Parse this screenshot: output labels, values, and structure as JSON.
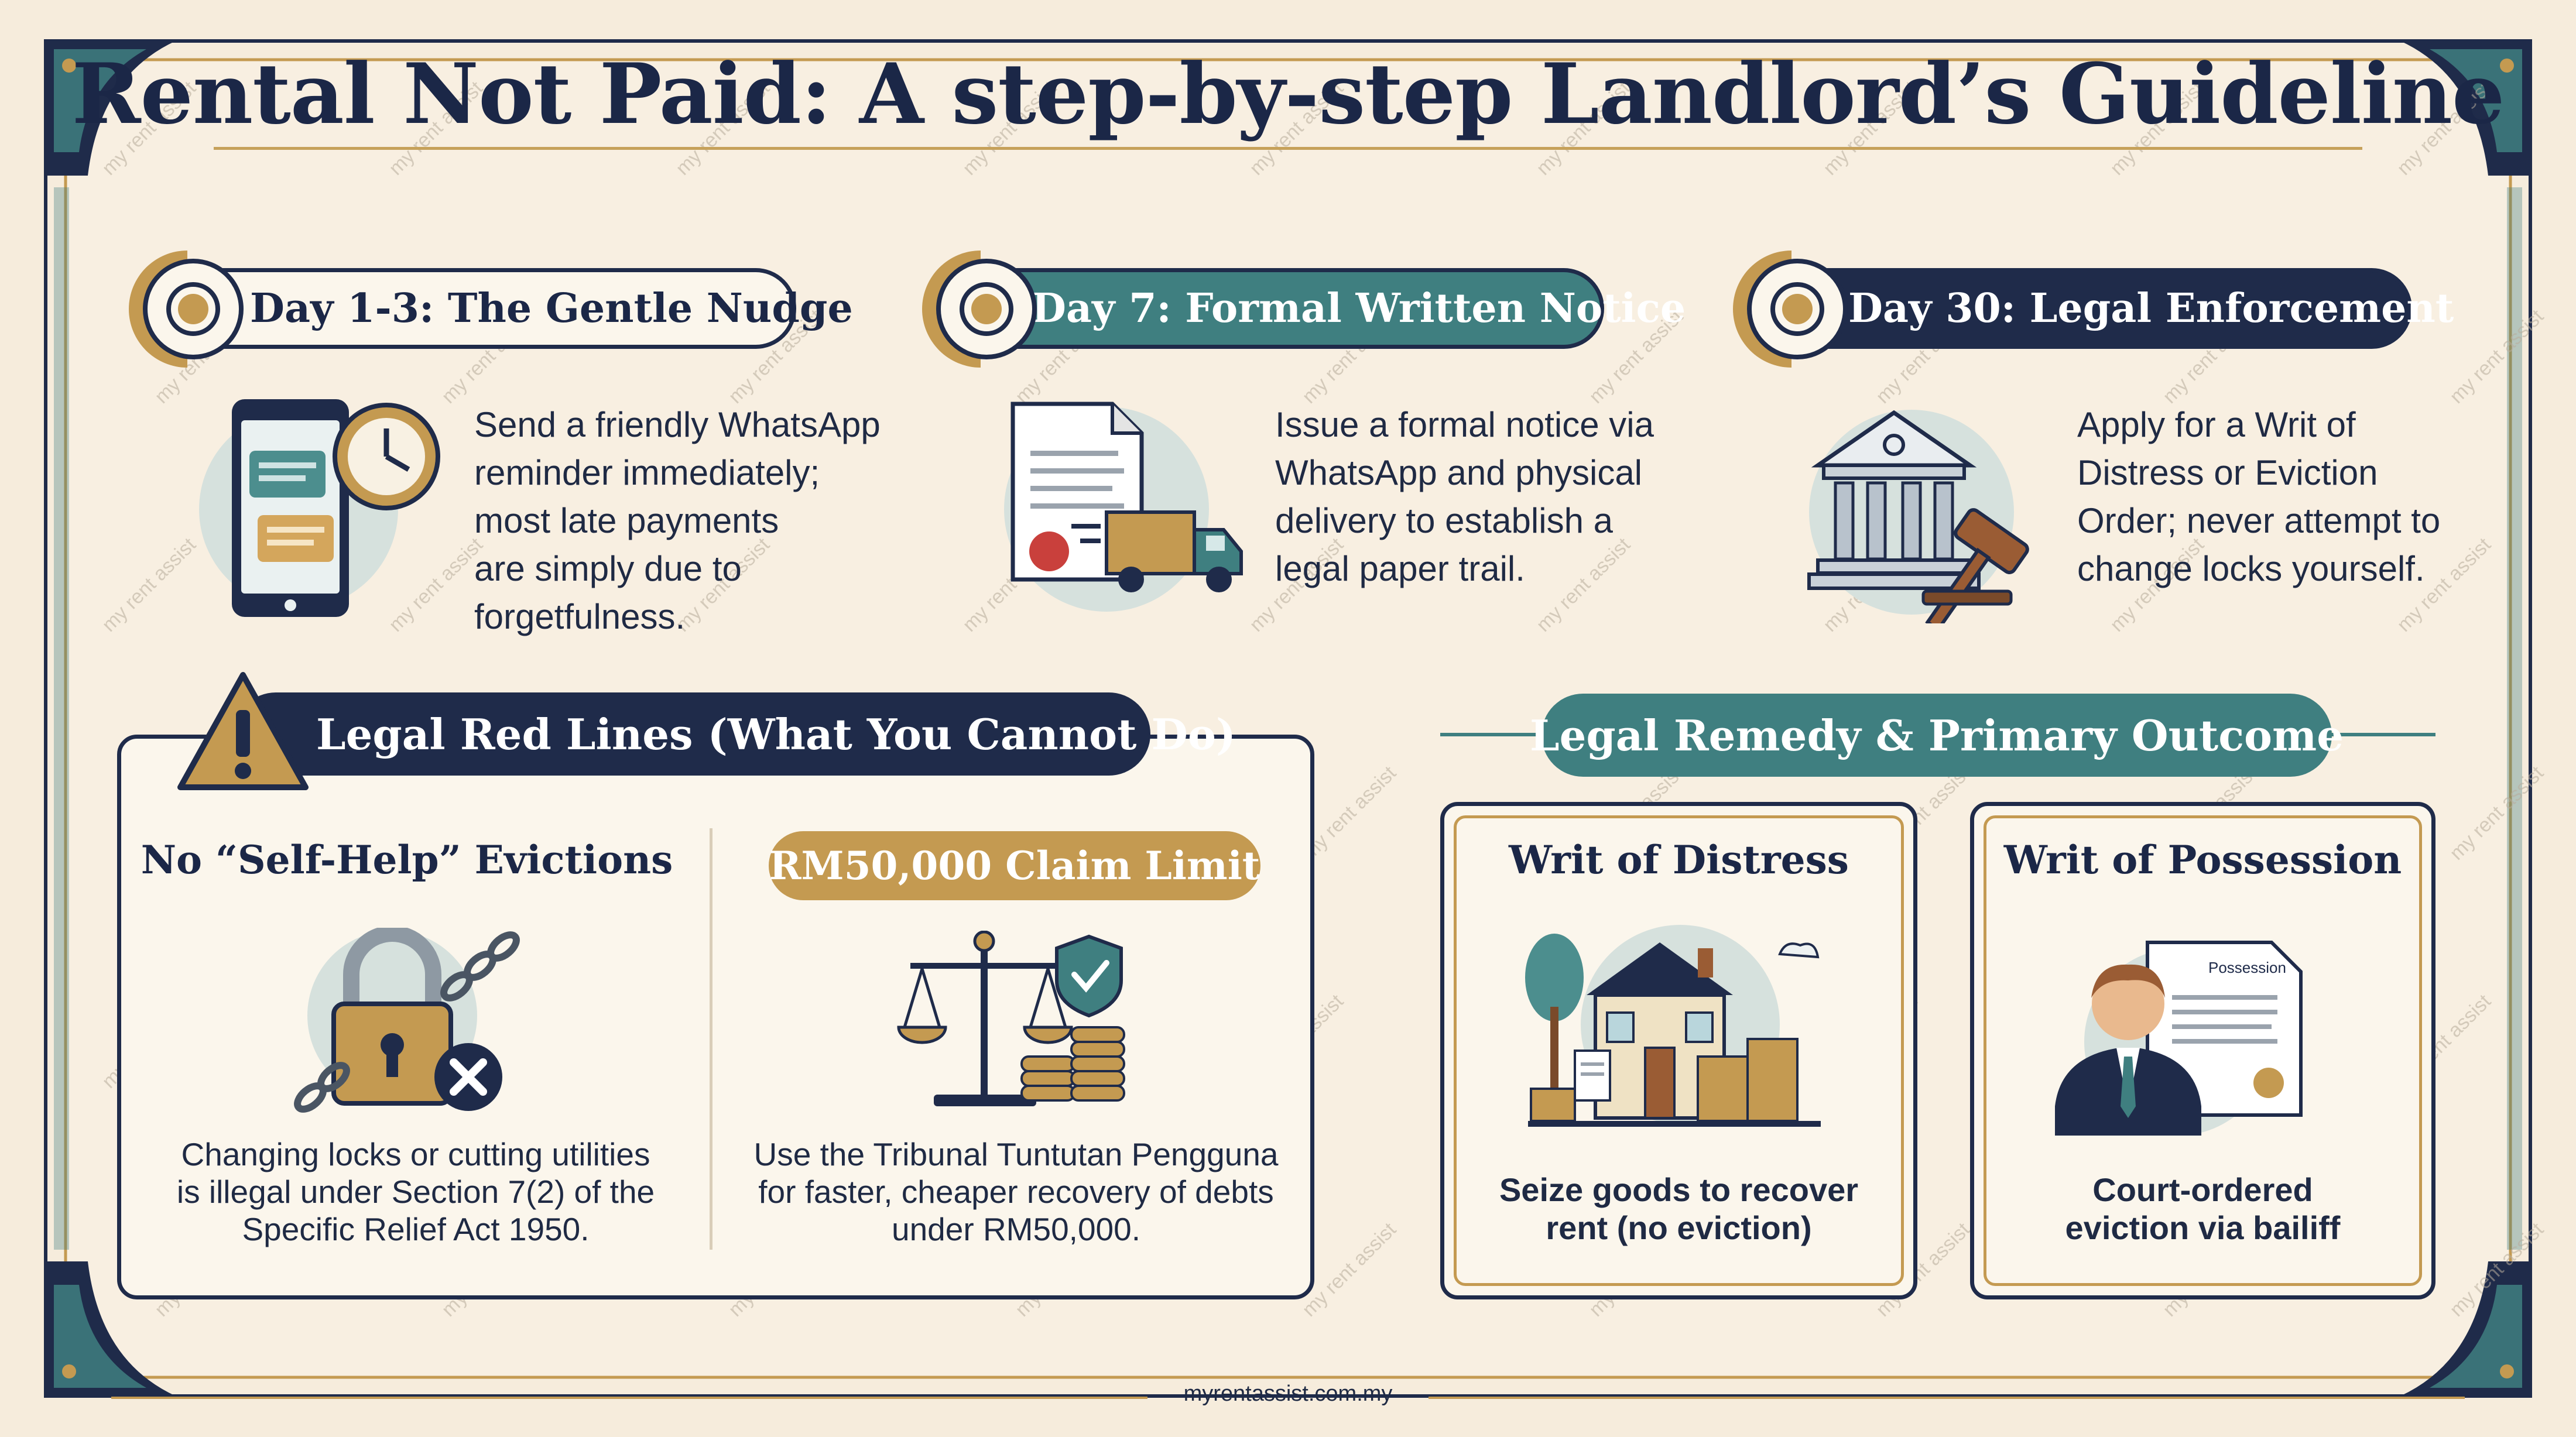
{
  "title": "Rental Not Paid: A step-by-step Landlord’s Guideline",
  "steps": [
    {
      "label": "Day 1-3: The Gentle Nudge",
      "icon": "smartphone-clock-icon",
      "text": [
        "Send a friendly WhatsApp",
        "reminder immediately;",
        "most late payments",
        "are simply due to",
        "forgetfulness."
      ]
    },
    {
      "label": "Day 7: Formal Written Notice",
      "icon": "document-delivery-truck-icon",
      "text": [
        "Issue a formal notice via",
        "WhatsApp and physical",
        "delivery to establish a",
        "legal paper trail."
      ]
    },
    {
      "label": "Day 30: Legal Enforcement",
      "icon": "courthouse-gavel-icon",
      "text": [
        "Apply for a Writ of",
        "Distress or Eviction",
        "Order; never attempt to",
        "change locks yourself."
      ]
    }
  ],
  "red_lines": {
    "heading": "Legal Red Lines (What You Cannot Do)",
    "left": {
      "title": "No “Self-Help” Evictions",
      "icon": "chained-padlock-icon",
      "text": [
        "Changing locks or cutting utilities",
        "is illegal under Section 7(2) of the",
        "Specific Relief Act 1950."
      ]
    },
    "right": {
      "badge": "RM50,000 Claim Limit",
      "icon": "scales-coins-shield-icon",
      "text": [
        "Use the Tribunal Tuntutan Pengguna",
        "for faster, cheaper recovery of debts",
        "under RM50,000."
      ]
    }
  },
  "remedy": {
    "heading": "Legal Remedy & Primary Outcome",
    "cards": [
      {
        "title": "Writ of Distress",
        "icon": "house-boxes-icon",
        "caption": [
          "Seize goods to recover",
          "rent (no eviction)"
        ]
      },
      {
        "title": "Writ of Possession",
        "icon": "bailiff-document-icon",
        "doc_label": "Possession",
        "caption": [
          "Court-ordered",
          "eviction via bailiff"
        ]
      }
    ]
  },
  "footer": "myrentassist.com.my",
  "watermark": "my rent assist",
  "colors": {
    "navy": "#1f2b4a",
    "teal": "#3f7f80",
    "gold": "#c49a51",
    "cream": "#f6ecdc",
    "card": "#fbf6ec"
  }
}
